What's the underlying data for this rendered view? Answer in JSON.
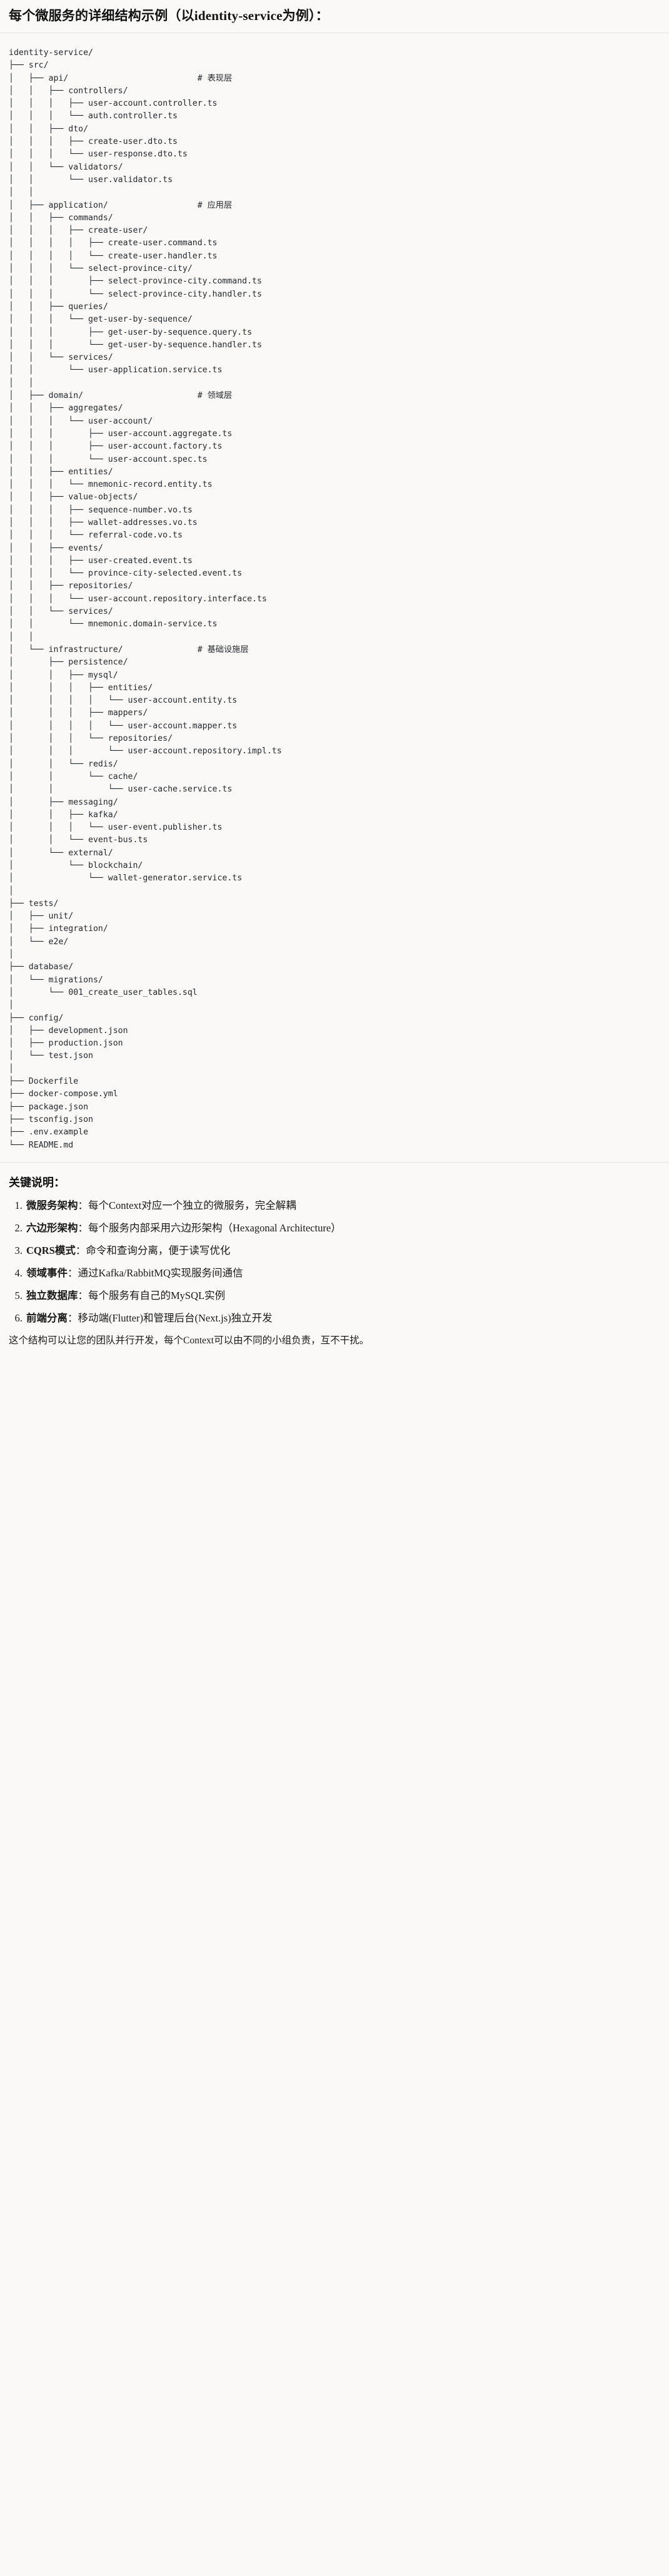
{
  "title": "每个微服务的详细结构示例（以identity-service为例）：",
  "tree": {
    "root_label": "identity-service/",
    "lines": [
      "identity-service/",
      "├── src/",
      "│   ├── api/                          # 表现层",
      "│   │   ├── controllers/",
      "│   │   │   ├── user-account.controller.ts",
      "│   │   │   └── auth.controller.ts",
      "│   │   ├── dto/",
      "│   │   │   ├── create-user.dto.ts",
      "│   │   │   └── user-response.dto.ts",
      "│   │   └── validators/",
      "│   │       └── user.validator.ts",
      "│   │",
      "│   ├── application/                  # 应用层",
      "│   │   ├── commands/",
      "│   │   │   ├── create-user/",
      "│   │   │   │   ├── create-user.command.ts",
      "│   │   │   │   └── create-user.handler.ts",
      "│   │   │   └── select-province-city/",
      "│   │   │       ├── select-province-city.command.ts",
      "│   │   │       └── select-province-city.handler.ts",
      "│   │   ├── queries/",
      "│   │   │   └── get-user-by-sequence/",
      "│   │   │       ├── get-user-by-sequence.query.ts",
      "│   │   │       └── get-user-by-sequence.handler.ts",
      "│   │   └── services/",
      "│   │       └── user-application.service.ts",
      "│   │",
      "│   ├── domain/                       # 领域层",
      "│   │   ├── aggregates/",
      "│   │   │   └── user-account/",
      "│   │   │       ├── user-account.aggregate.ts",
      "│   │   │       ├── user-account.factory.ts",
      "│   │   │       └── user-account.spec.ts",
      "│   │   ├── entities/",
      "│   │   │   └── mnemonic-record.entity.ts",
      "│   │   ├── value-objects/",
      "│   │   │   ├── sequence-number.vo.ts",
      "│   │   │   ├── wallet-addresses.vo.ts",
      "│   │   │   └── referral-code.vo.ts",
      "│   │   ├── events/",
      "│   │   │   ├── user-created.event.ts",
      "│   │   │   └── province-city-selected.event.ts",
      "│   │   ├── repositories/",
      "│   │   │   └── user-account.repository.interface.ts",
      "│   │   └── services/",
      "│   │       └── mnemonic.domain-service.ts",
      "│   │",
      "│   └── infrastructure/               # 基础设施层",
      "│       ├── persistence/",
      "│       │   ├── mysql/",
      "│       │   │   ├── entities/",
      "│       │   │   │   └── user-account.entity.ts",
      "│       │   │   ├── mappers/",
      "│       │   │   │   └── user-account.mapper.ts",
      "│       │   │   └── repositories/",
      "│       │   │       └── user-account.repository.impl.ts",
      "│       │   └── redis/",
      "│       │       └── cache/",
      "│       │           └── user-cache.service.ts",
      "│       ├── messaging/",
      "│       │   ├── kafka/",
      "│       │   │   └── user-event.publisher.ts",
      "│       │   └── event-bus.ts",
      "│       └── external/",
      "│           └── blockchain/",
      "│               └── wallet-generator.service.ts",
      "│",
      "├── tests/",
      "│   ├── unit/",
      "│   ├── integration/",
      "│   └── e2e/",
      "│",
      "├── database/",
      "│   └── migrations/",
      "│       └── 001_create_user_tables.sql",
      "│",
      "├── config/",
      "│   ├── development.json",
      "│   ├── production.json",
      "│   └── test.json",
      "│",
      "├── Dockerfile",
      "├── docker-compose.yml",
      "├── package.json",
      "├── tsconfig.json",
      "├── .env.example",
      "└── README.md"
    ],
    "layer_comments": [
      {
        "label": "# 表现层",
        "for": "api/"
      },
      {
        "label": "# 应用层",
        "for": "application/"
      },
      {
        "label": "# 领域层",
        "for": "domain/"
      },
      {
        "label": "# 基础设施层",
        "for": "infrastructure/"
      }
    ]
  },
  "keys": {
    "heading": "关键说明：",
    "items": [
      {
        "label": "微服务架构",
        "sep": "：",
        "text": "每个Context对应一个独立的微服务，完全解耦"
      },
      {
        "label": "六边形架构",
        "sep": "：",
        "text": "每个服务内部采用六边形架构（Hexagonal Architecture）"
      },
      {
        "label": "CQRS模式",
        "sep": "：",
        "text": "命令和查询分离，便于读写优化"
      },
      {
        "label": "领域事件",
        "sep": "：",
        "text": "通过Kafka/RabbitMQ实现服务间通信"
      },
      {
        "label": "独立数据库",
        "sep": "：",
        "text": "每个服务有自己的MySQL实例"
      },
      {
        "label": "前端分离",
        "sep": "：",
        "text": "移动端(Flutter)和管理后台(Next.js)独立开发"
      }
    ],
    "closing": "这个结构可以让您的团队并行开发，每个Context可以由不同的小组负责，互不干扰。"
  }
}
